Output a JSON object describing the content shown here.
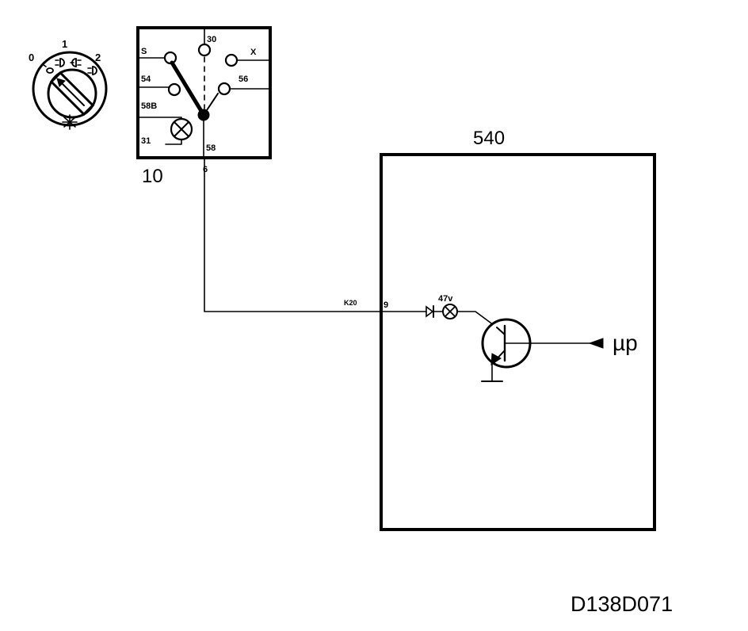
{
  "rotary_switch": {
    "positions": [
      "0",
      "1",
      "2"
    ]
  },
  "ignition_switch": {
    "id": "10",
    "terminals": {
      "t30": "30",
      "x": "X",
      "s": "S",
      "t54": "54",
      "t56": "56",
      "t58b": "58B",
      "t31": "31",
      "t58": "58"
    },
    "output_pin": "6"
  },
  "wire": {
    "code": "K20"
  },
  "control_unit": {
    "id": "540",
    "input_pin": "9",
    "lamp_rating": "47v",
    "microprocessor_label": "µp"
  },
  "diagram_code": "D138D071",
  "colors": {
    "line": "#000000",
    "background": "#ffffff"
  }
}
